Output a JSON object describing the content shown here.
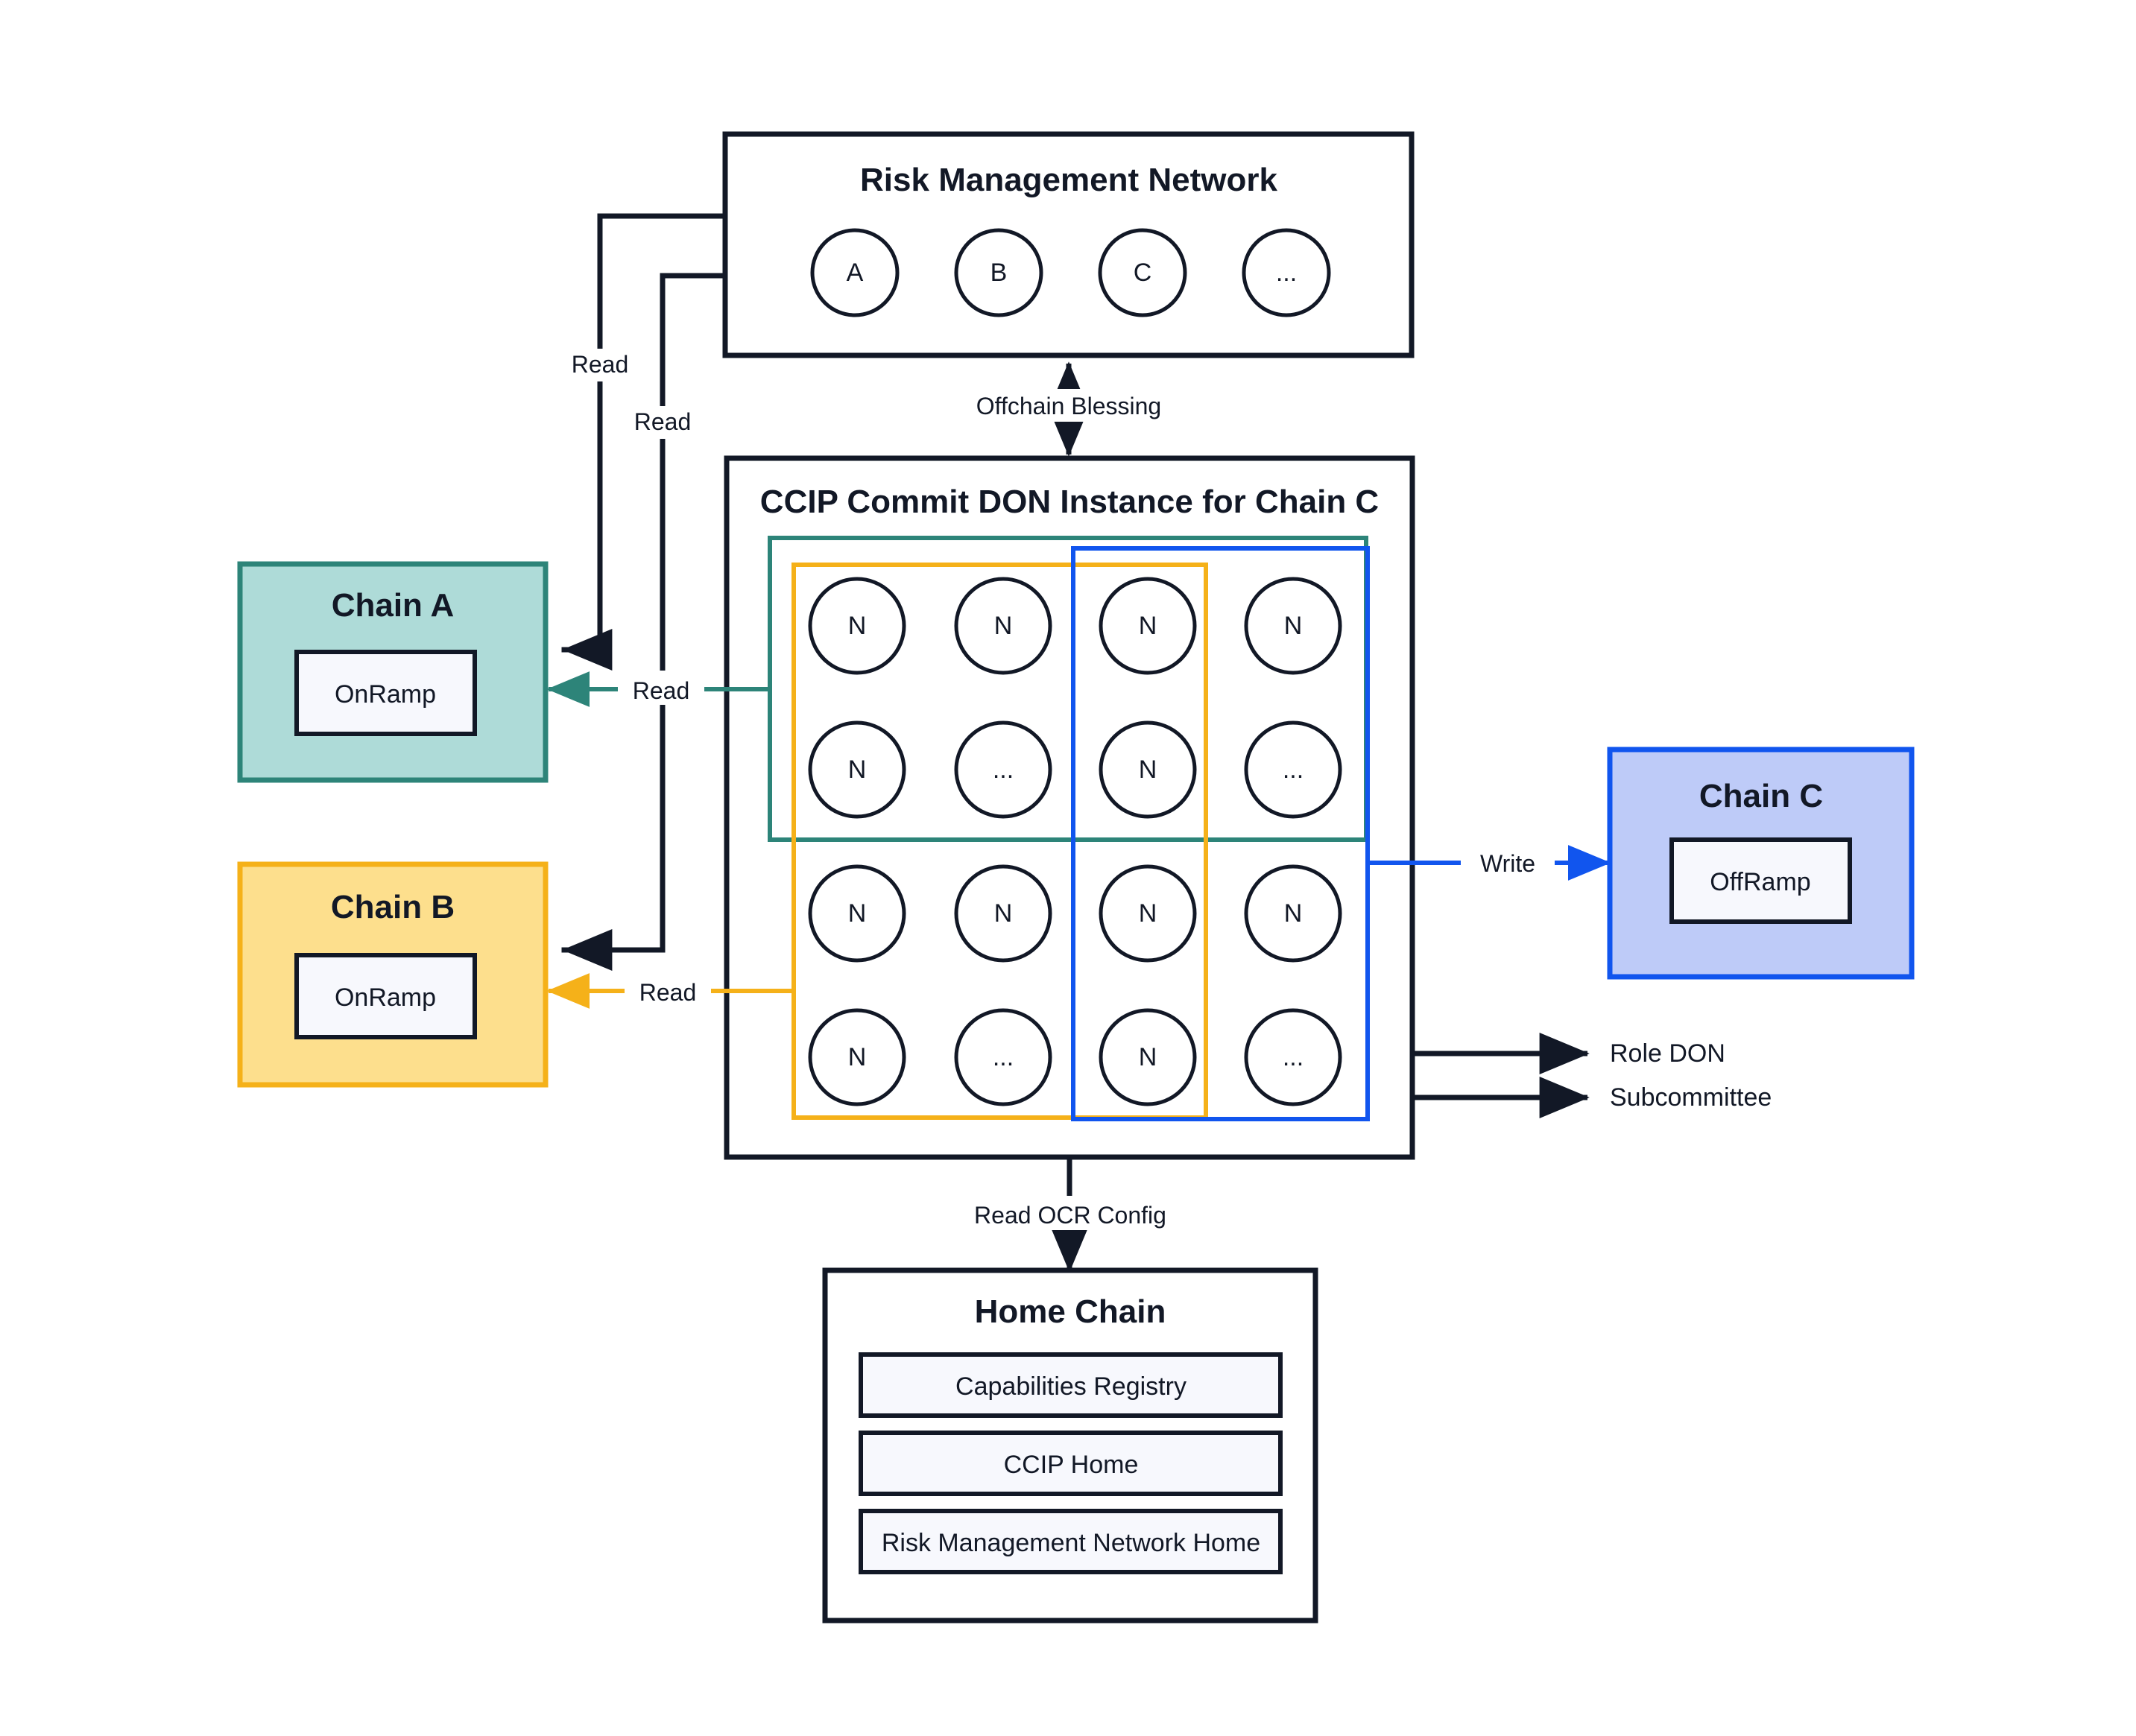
{
  "diagram": {
    "title_risk_management_network": "Risk Management Network",
    "title_ccip_don": "CCIP Commit DON Instance for Chain C",
    "title_home_chain": "Home Chain",
    "title_chain_a": "Chain A",
    "title_chain_b": "Chain B",
    "title_chain_c": "Chain C"
  },
  "rmn_nodes": [
    {
      "label": "A"
    },
    {
      "label": "B"
    },
    {
      "label": "C"
    },
    {
      "label": "..."
    }
  ],
  "don_nodes": [
    {
      "label": "N"
    },
    {
      "label": "N"
    },
    {
      "label": "N"
    },
    {
      "label": "N"
    },
    {
      "label": "N"
    },
    {
      "label": "..."
    },
    {
      "label": "N"
    },
    {
      "label": "..."
    },
    {
      "label": "N"
    },
    {
      "label": "N"
    },
    {
      "label": "N"
    },
    {
      "label": "N"
    },
    {
      "label": "N"
    },
    {
      "label": "..."
    },
    {
      "label": "N"
    },
    {
      "label": "..."
    }
  ],
  "chain_a": {
    "title": "Chain A",
    "contract": "OnRamp",
    "fill": "#aedbd8",
    "stroke": "#2d8479"
  },
  "chain_b": {
    "title": "Chain B",
    "contract": "OnRamp",
    "fill": "#fddf8d",
    "stroke": "#f5b119"
  },
  "chain_c": {
    "title": "Chain C",
    "contract": "OffRamp",
    "fill": "#becbf8",
    "stroke": "#1155ee"
  },
  "home_chain": {
    "title": "Home Chain",
    "contracts": [
      {
        "label": "Capabilities Registry"
      },
      {
        "label": "CCIP Home"
      },
      {
        "label": "Risk Management Network Home"
      }
    ]
  },
  "edges": {
    "read_rmn_a": "Read",
    "read_rmn_b": "Read",
    "read_don_a": "Read",
    "read_don_b": "Read",
    "offchain_blessing": "Offchain Blessing",
    "write_chain_c": "Write",
    "read_ocr_config": "Read OCR Config"
  },
  "legend": [
    {
      "label": "Role DON",
      "color": "#121826"
    },
    {
      "label": "Subcommittee",
      "color": "#121826"
    }
  ],
  "colors": {
    "dark": "#121826",
    "teal": "#2d8479",
    "yellow": "#f5b119",
    "blue": "#1155ee",
    "contract_fill": "#f7f8fd",
    "background": "#ffffff"
  }
}
